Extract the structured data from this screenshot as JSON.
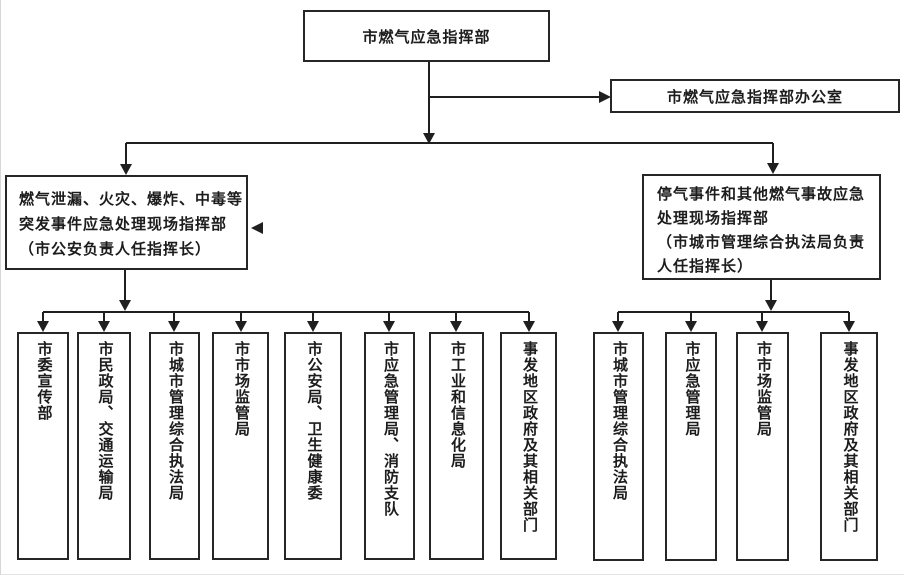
{
  "diagram": {
    "title_hint": "城市燃气应急指挥体系组织结构图",
    "colors": {
      "line": "#1f1f1f",
      "box_border": "#262626",
      "text": "#1c1c1c",
      "background": "#ffffff"
    },
    "root": {
      "label": "市燃气应急指挥部"
    },
    "office": {
      "label": "市燃气应急指挥部办公室"
    },
    "left_branch": {
      "label_lines": [
        "燃气泄漏、火灾、爆炸、中毒等",
        "突发事件应急处理现场指挥部",
        "（市公安负责人任指挥长）"
      ],
      "members": [
        "市委宣传部",
        "市民政局、交通运输局",
        "市城市管理综合执法局",
        "市市场监管局",
        "市公安局、卫生健康委",
        "市应急管理局、消防支队",
        "市工业和信息化局",
        "事发地区政府及其相关部门"
      ]
    },
    "right_branch": {
      "label_lines": [
        "停气事件和其他燃气事故应急",
        "处理现场指挥部",
        "（市城市管理综合执法局负责",
        "人任指挥长）"
      ],
      "members": [
        "市城市管理综合执法局",
        "市应急管理局",
        "市市场监管局",
        "事发地区政府及其相关部门"
      ]
    }
  }
}
